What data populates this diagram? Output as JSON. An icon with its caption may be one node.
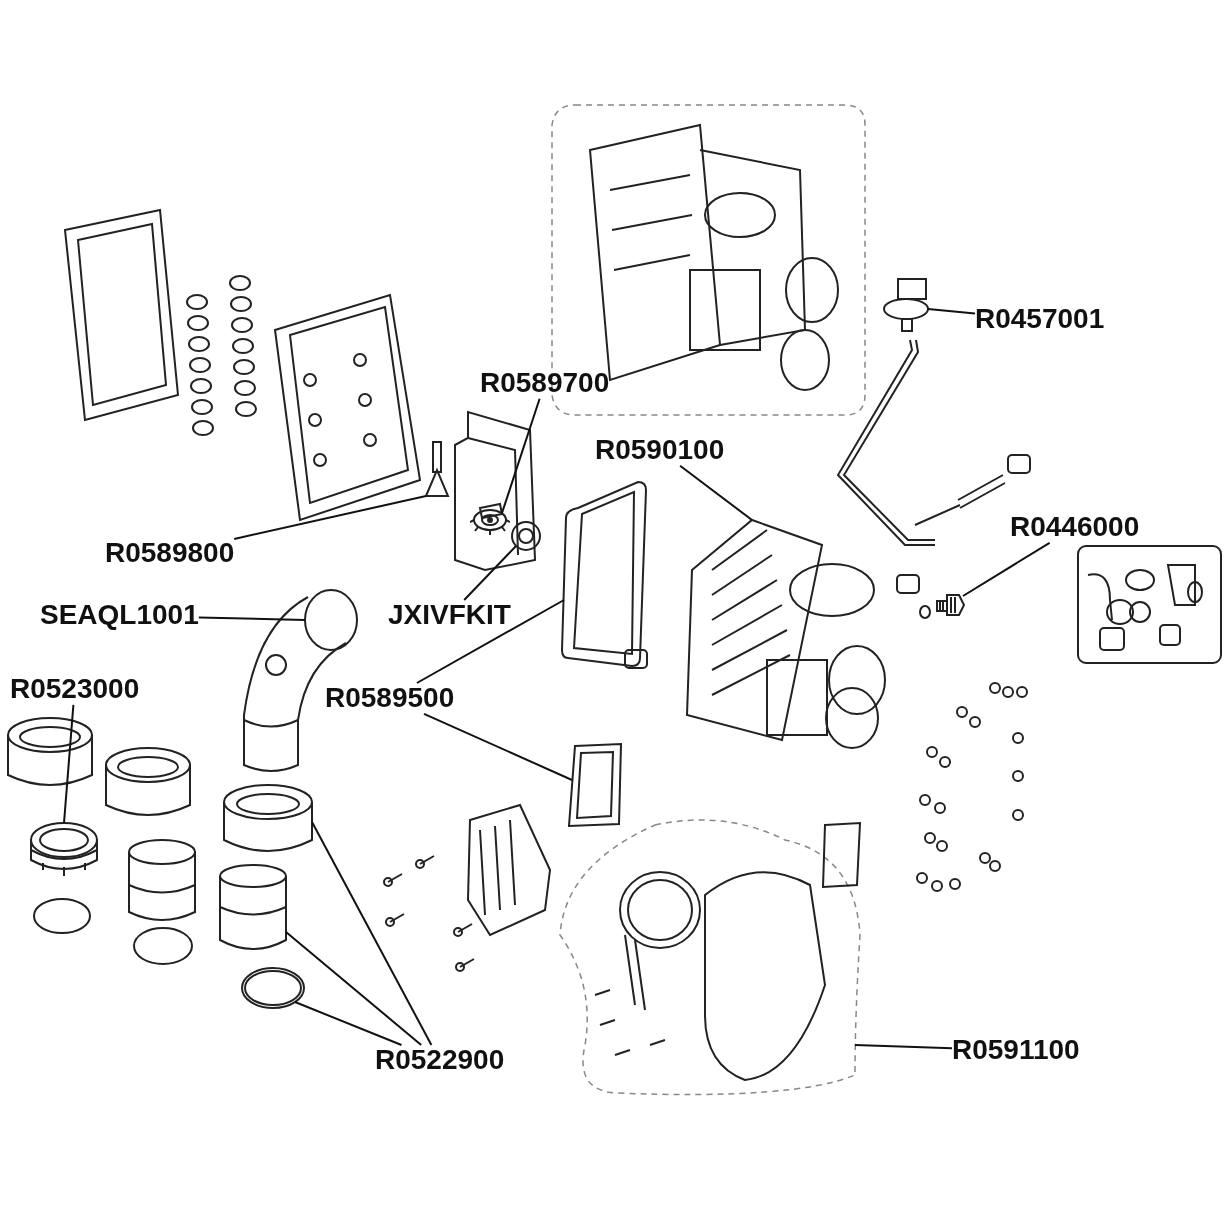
{
  "diagram": {
    "nodes": [
      {
        "text": [
          "R0457001"
        ]
      },
      {
        "text": [],
        "shape": "picture"
      },
      {
        "text": [
          "R0589700"
        ]
      },
      {
        "text": [],
        "shape": "picture"
      },
      {
        "text": [
          "R0590100"
        ]
      },
      {
        "text": [],
        "shape": "picture"
      },
      {
        "text": [
          "R0446000"
        ]
      },
      {
        "text": [],
        "shape": "picture"
      },
      {
        "text": [
          "R0589800"
        ]
      },
      {
        "text": [],
        "shape": "picture"
      },
      {
        "text": [
          "SEAQL1001"
        ]
      },
      {
        "text": [],
        "shape": "picture"
      },
      {
        "text": [
          "JXIVFKIT"
        ]
      },
      {
        "text": [],
        "shape": "picture"
      },
      {
        "text": [
          "R0589500"
        ]
      },
      {
        "text": [],
        "shape": "picture"
      },
      {
        "text": [],
        "shape": "picture"
      },
      {
        "text": [
          "R0523000"
        ]
      },
      {
        "text": [],
        "shape": "picture"
      },
      {
        "text": [
          "R0522900"
        ]
      },
      {
        "text": [],
        "shape": "picture"
      },
      {
        "text": [],
        "shape": "picture"
      },
      {
        "text": [],
        "shape": "picture"
      },
      {
        "text": [
          "R0591100"
        ]
      },
      {
        "text": [],
        "shape": "picture"
      }
    ],
    "edges": [
      {
        "from": 0,
        "to": 1,
        "arrow": "none"
      },
      {
        "from": 2,
        "to": 3,
        "arrow": "none"
      },
      {
        "from": 4,
        "to": 5,
        "arrow": "none"
      },
      {
        "from": 6,
        "to": 7,
        "arrow": "none"
      },
      {
        "from": 8,
        "to": 9,
        "arrow": "none"
      },
      {
        "from": 10,
        "to": 11,
        "arrow": "none"
      },
      {
        "from": 12,
        "to": 13,
        "arrow": "none"
      },
      {
        "from": 14,
        "to": 15,
        "arrow": "none"
      },
      {
        "from": 14,
        "to": 16,
        "arrow": "none"
      },
      {
        "from": 17,
        "to": 18,
        "arrow": "none"
      },
      {
        "from": 19,
        "to": 20,
        "arrow": "none"
      },
      {
        "from": 19,
        "to": 21,
        "arrow": "none"
      },
      {
        "from": 19,
        "to": 22,
        "arrow": "none"
      },
      {
        "from": 23,
        "to": 24,
        "arrow": "none"
      }
    ]
  }
}
